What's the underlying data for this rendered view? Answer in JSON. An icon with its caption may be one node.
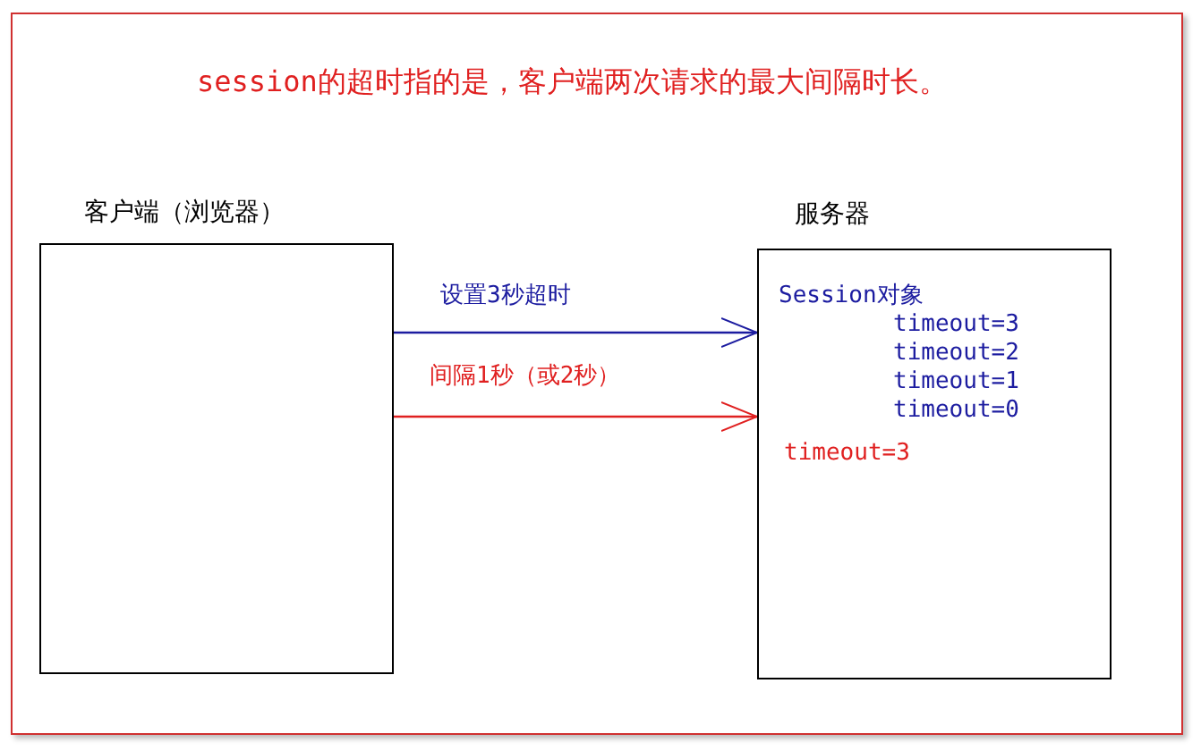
{
  "diagram": {
    "title": "session的超时指的是，客户端两次请求的最大间隔时长。",
    "nodes": [
      {
        "text": [
          "客户端（浏览器）"
        ]
      },
      {
        "text": [
          "服务器",
          "Session对象",
          "timeout=3",
          "timeout=2",
          "timeout=1",
          "timeout=0",
          "timeout=3"
        ]
      }
    ],
    "edges": [
      {
        "from": 0,
        "to": 1,
        "arrow": "to",
        "label": "设置3秒超时",
        "color": "#1c1ca0"
      },
      {
        "from": 0,
        "to": 1,
        "arrow": "to",
        "label": "间隔1秒（或2秒）",
        "color": "#e02020"
      }
    ]
  }
}
